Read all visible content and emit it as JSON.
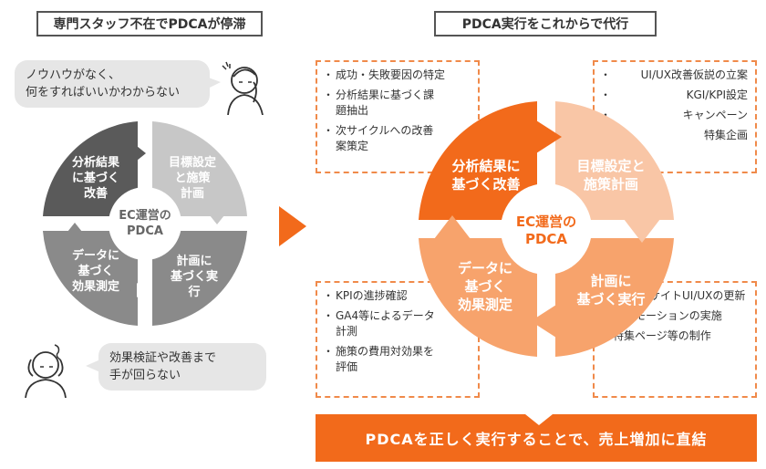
{
  "left": {
    "title": "専門スタッフ不在でPDCAが停滞",
    "bubble_top": [
      "ノウハウがなく、",
      "何をすればいいかわからない"
    ],
    "bubble_bottom": [
      "効果検証や改善まで",
      "手が回らない"
    ],
    "center": [
      "EC運営の",
      "PDCA"
    ],
    "quadrants": {
      "analyze": [
        "分析結果",
        "に基づく",
        "改善"
      ],
      "plan": [
        "目標設定",
        "と施策",
        "計画"
      ],
      "do": [
        "計画に",
        "基づく実",
        "行"
      ],
      "check": [
        "データに",
        "基づく",
        "効果測定"
      ]
    }
  },
  "right": {
    "title": "PDCA実行をこれからで代行",
    "center": [
      "EC運営の",
      "PDCA"
    ],
    "quadrants": {
      "analyze": [
        "分析結果に",
        "基づく改善"
      ],
      "plan": [
        "目標設定と",
        "施策計画"
      ],
      "do": [
        "計画に",
        "基づく実行"
      ],
      "check": [
        "データに",
        "基づく",
        "効果測定"
      ]
    },
    "list_top_left": [
      "成功・失敗要因の特定",
      "分析結果に基づく課題抽出",
      "次サイクルへの改善案策定"
    ],
    "list_top_right": [
      "UI/UX改善仮説の立案",
      "KGI/KPI設定",
      "キャンペーン",
      "特集企画"
    ],
    "list_bottom_left": [
      "KPIの進捗確認",
      "GA4等によるデータ計測",
      "施策の費用対効果を評価"
    ],
    "list_bottom_right": [
      "サイトUI/UXの更新",
      "プロモーションの実施",
      "特集ページ等の制作"
    ]
  },
  "banner": "PDCAを正しく実行することで、売上増加に直結",
  "colors": {
    "dark_orange": "#f26a1b",
    "light_orange": "#f9c6a6",
    "mid_orange": "#f7a36c",
    "dark_gray": "#5a5a5a",
    "light_gray": "#c7c7c7",
    "mid_gray": "#8a8a8a",
    "arrow": "#f26a1b"
  },
  "icons": [
    "worried-person-icon",
    "headache-person-icon",
    "chevron-right-arrow-icon"
  ]
}
